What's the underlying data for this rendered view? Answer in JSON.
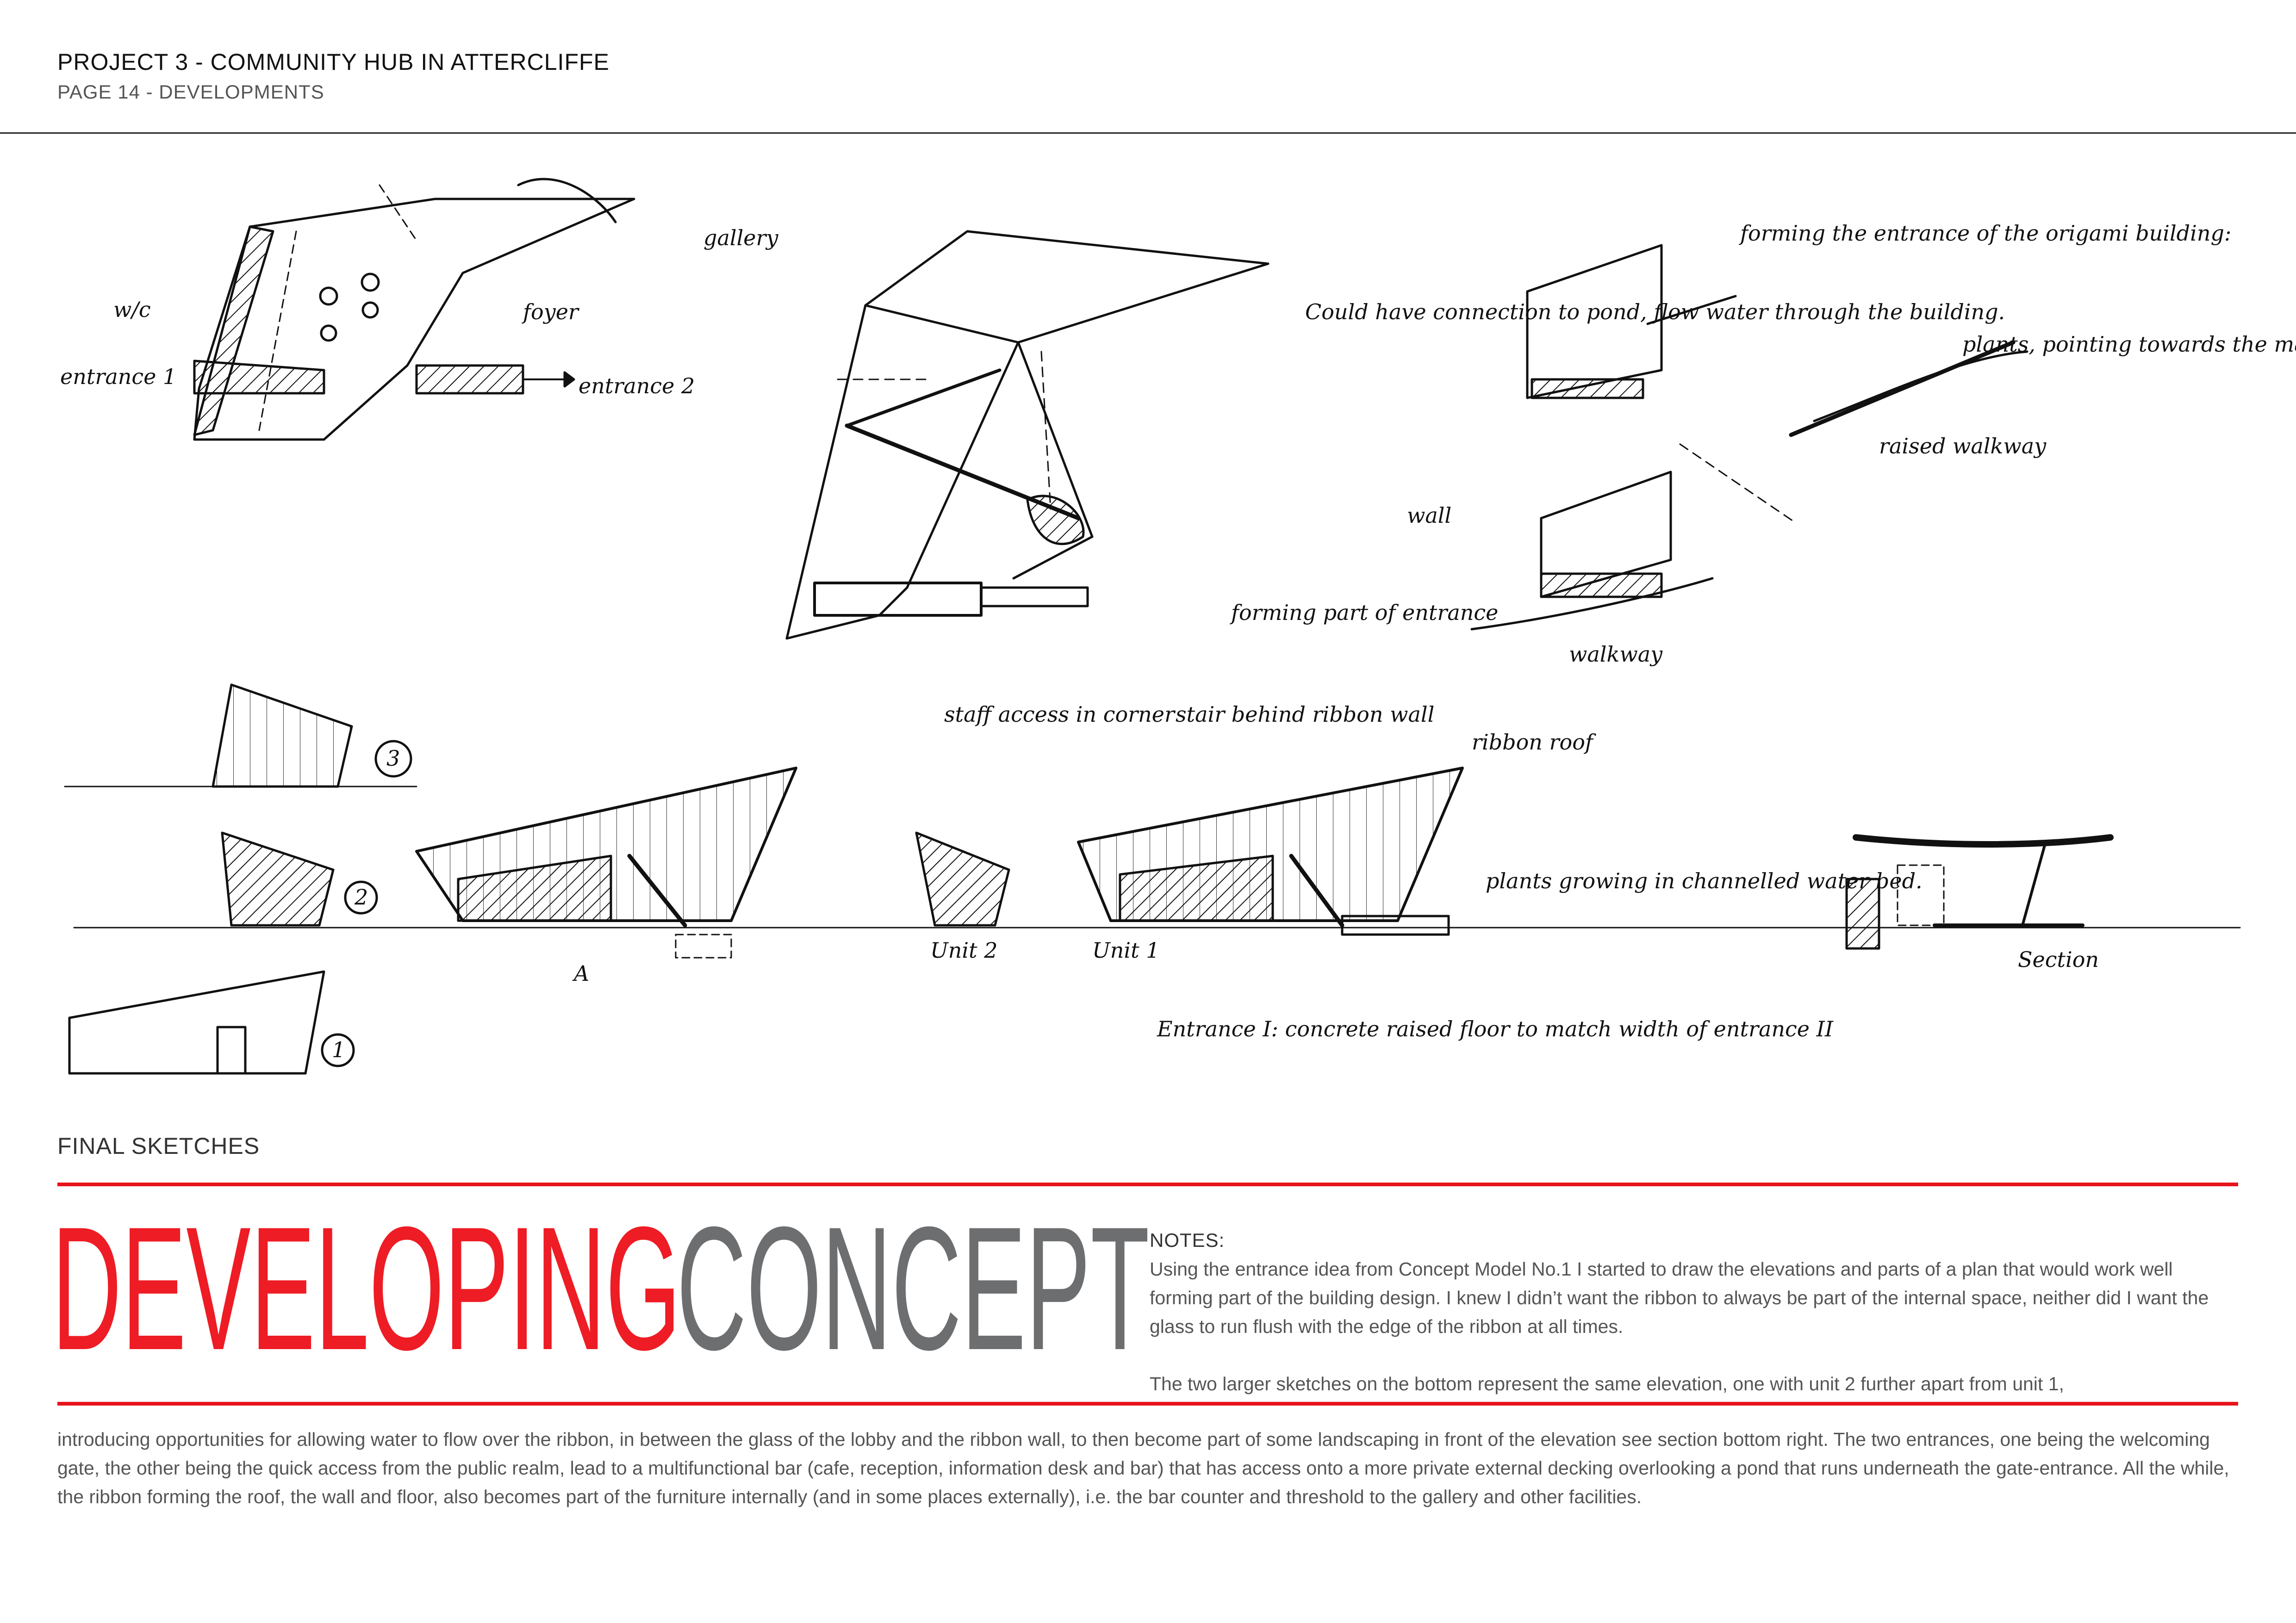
{
  "header": {
    "title": "PROJECT 3 - COMMUNITY HUB IN ATTERCLIFFE",
    "subtitle": "PAGE 14 - DEVELOPMENTS"
  },
  "sketch_annotations": {
    "gallery": "gallery",
    "wc": "w/c",
    "foyer": "foyer",
    "entrance_1": "entrance 1",
    "entrance_2": "entrance 2",
    "forming_entrance": "forming the entrance of the origami building:",
    "could_have": "Could have connection to pond, flow water through the building.",
    "plants": "plants, pointing towards the market area",
    "raised_walkway": "raised walkway",
    "wall": "wall",
    "forming_part": "forming part of entrance",
    "walkway": "walkway",
    "staff_access": "staff access in corner",
    "stair_behind": "stair behind ribbon wall",
    "ribbon_roof": "ribbon roof",
    "plants_growing": "plants growing in channelled water bed.",
    "unit_2": "Unit 2",
    "unit_1": "Unit 1",
    "label_a": "A",
    "entrance_note": "Entrance I: concrete raised floor to match width of entrance II",
    "section": "Section",
    "num_3": "3",
    "num_2": "2",
    "num_1": "1"
  },
  "section_label": "FINAL SKETCHES",
  "title": {
    "word1": "DEVELOPING",
    "word2": "CONCEPT"
  },
  "notes": {
    "heading": "NOTES:",
    "para1": "Using the entrance idea from Concept Model No.1 I started to draw the elevations and parts of a plan that would work well forming part of the building design. I knew I didn’t want the ribbon to always be part of the internal space, neither did I want the glass to run flush with the edge of the ribbon at all times.",
    "para2": "The two larger sketches on the bottom represent the same elevation, one with unit 2 further apart from unit 1,"
  },
  "body": "introducing opportunities for allowing water to flow over the ribbon, in between the glass of the lobby and the ribbon wall, to then become part of some landscaping in front of the elevation see section bottom right. The two entrances, one being the welcoming gate, the other being the quick access from the public realm, lead to a multifunctional bar (cafe, reception, information desk and bar) that has access onto a more private external decking overlooking a pond that runs underneath the gate-entrance. All the while, the ribbon forming the roof, the wall and floor, also becomes part of the furniture internally (and in some places externally), i.e. the bar counter and threshold to the gallery and other facilities.",
  "colors": {
    "accent_red": "#ee1c24",
    "title_grey": "#6d6e70",
    "text_grey": "#555555"
  }
}
